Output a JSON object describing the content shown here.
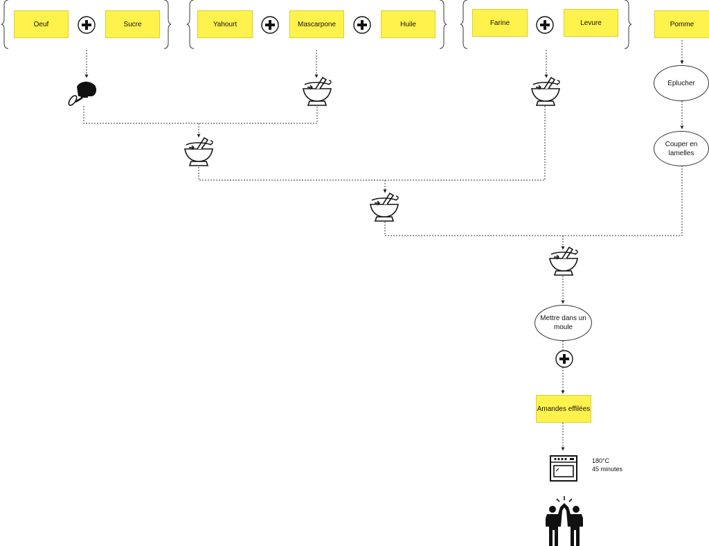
{
  "ingredients": {
    "oeuf": "Oeuf",
    "sucre": "Sucre",
    "yahourt": "Yahourt",
    "mascarpone": "Mascarpone",
    "huile": "Huile",
    "farine": "Farine",
    "levure": "Levure",
    "pomme": "Pomme",
    "amandes": "Amandes effilées"
  },
  "steps": {
    "eplucher": "Eplucher",
    "couper": "Couper en lamelles",
    "mettre": "Mettre dans un moule"
  },
  "oven": {
    "temperature": "180°C",
    "duration": "45 minutes"
  },
  "icons": {
    "mixer": "hand-mixer-icon",
    "bowl": "mixing-bowl-icon",
    "plus": "plus-circle-icon",
    "oven": "oven-icon",
    "celebration": "high-five-icon"
  },
  "colors": {
    "ingredient_fill": "#fff24d",
    "line": "#333333"
  }
}
